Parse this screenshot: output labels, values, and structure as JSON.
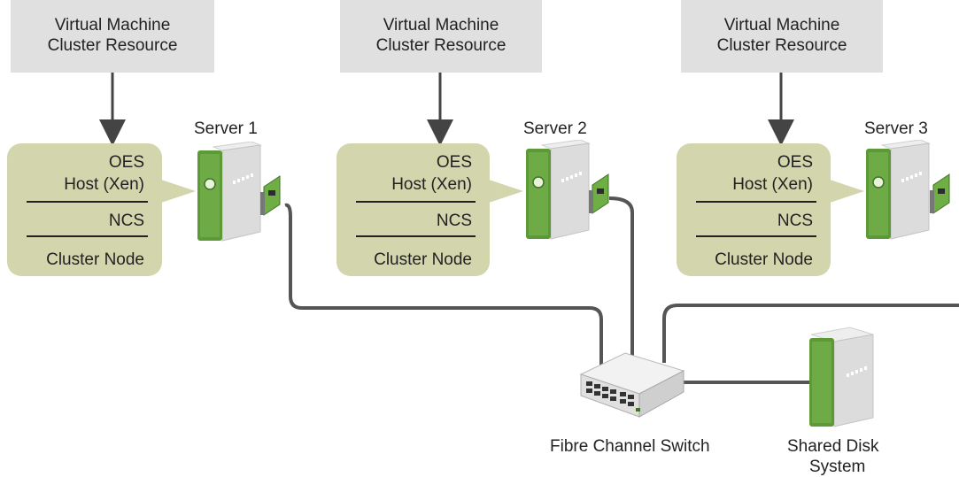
{
  "colors": {
    "vm_box": "#e0e0e0",
    "stack_box": "#d3d6ad",
    "cable": "#555555",
    "arrow": "#444444",
    "server_green": "#5b9a36"
  },
  "clusters": [
    {
      "vm_line1": "Virtual Machine",
      "vm_line2": "Cluster Resource",
      "server_label": "Server 1",
      "oes": "OES",
      "host": "Host (Xen)",
      "ncs": "NCS",
      "node": "Cluster Node"
    },
    {
      "vm_line1": "Virtual Machine",
      "vm_line2": "Cluster Resource",
      "server_label": "Server 2",
      "oes": "OES",
      "host": "Host (Xen)",
      "ncs": "NCS",
      "node": "Cluster Node"
    },
    {
      "vm_line1": "Virtual Machine",
      "vm_line2": "Cluster Resource",
      "server_label": "Server 3",
      "oes": "OES",
      "host": "Host (Xen)",
      "ncs": "NCS",
      "node": "Cluster Node"
    }
  ],
  "switch_label": "Fibre Channel Switch",
  "shared_disk_line1": "Shared Disk",
  "shared_disk_line2": "System",
  "icons": [
    "server-tower-icon",
    "fibre-channel-card-icon",
    "network-switch-icon",
    "disk-system-icon"
  ]
}
